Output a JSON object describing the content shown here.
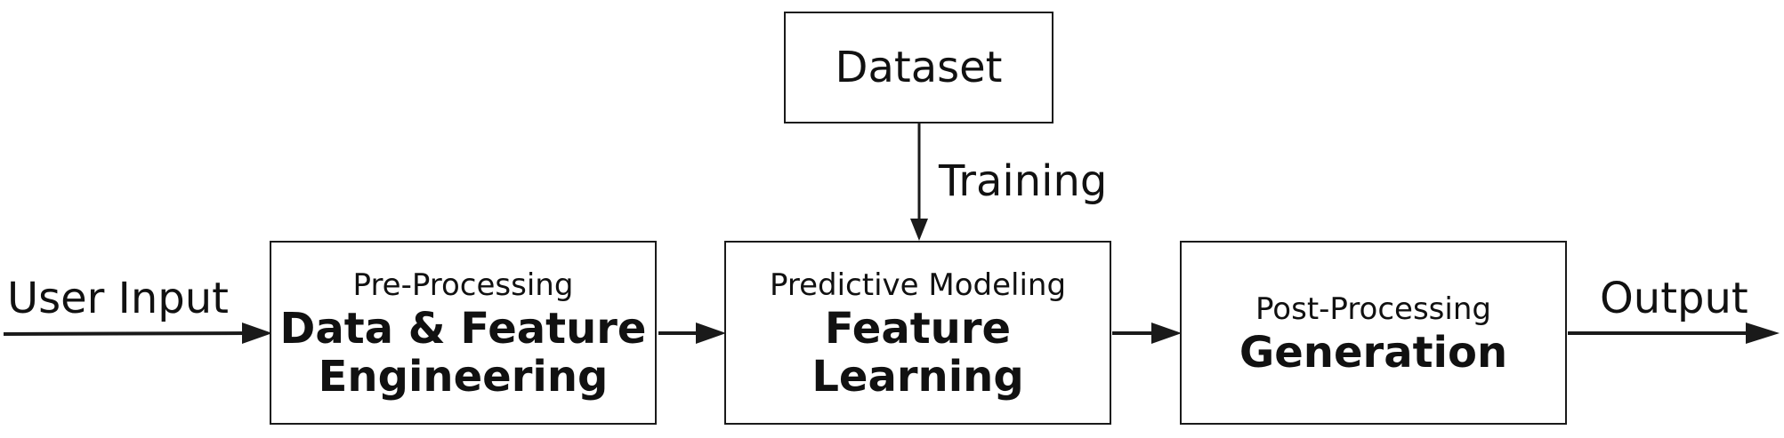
{
  "diagram": {
    "dataset": {
      "label": "Dataset"
    },
    "training_label": "Training",
    "input_label": "User Input",
    "output_label": "Output",
    "stages": [
      {
        "subtitle": "Pre-Processing",
        "title_line1": "Data & Feature",
        "title_line2": "Engineering"
      },
      {
        "subtitle": "Predictive Modeling",
        "title_line1": "Feature",
        "title_line2": "Learning"
      },
      {
        "subtitle": "Post-Processing",
        "title_line1": "Generation"
      }
    ]
  }
}
